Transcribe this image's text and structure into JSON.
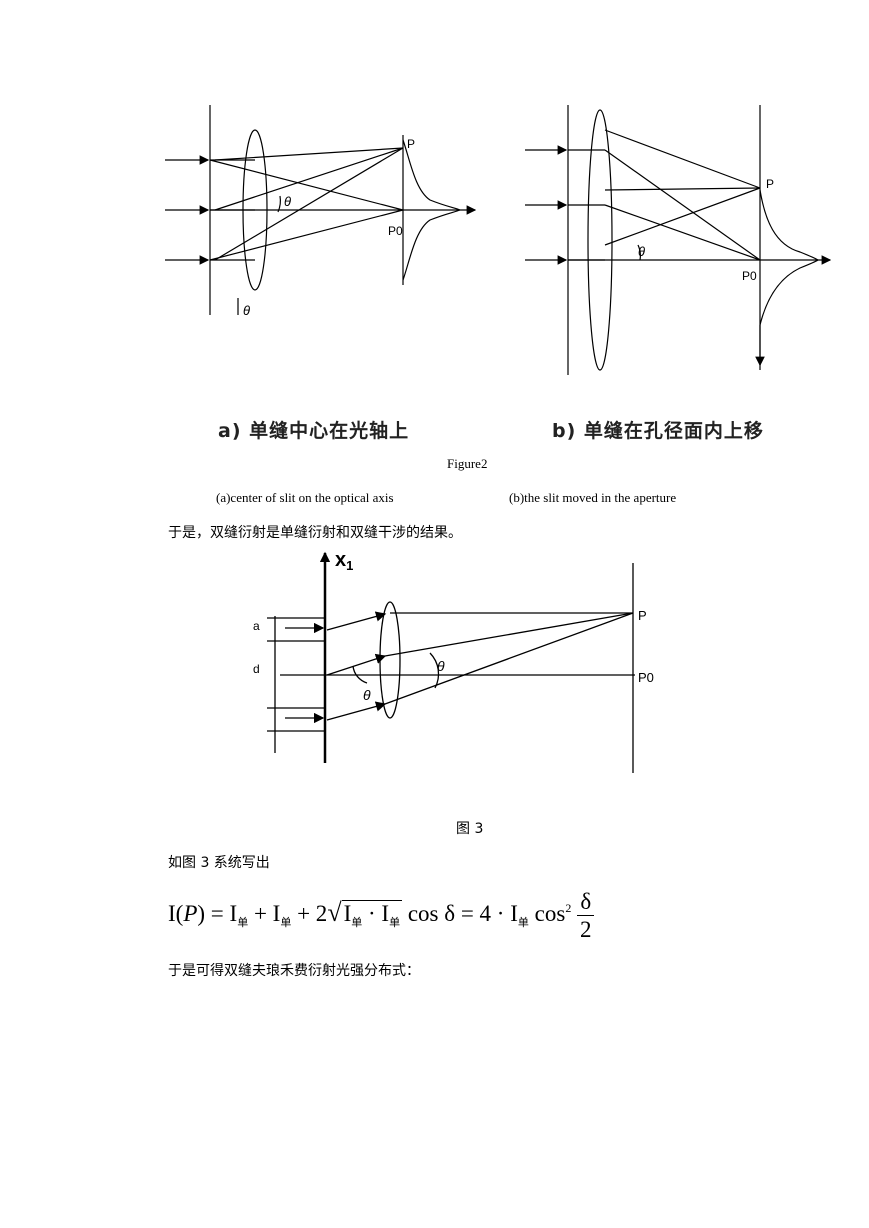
{
  "figure2": {
    "panel_a": {
      "label_p": "P",
      "label_p0": "P0",
      "label_theta_top": "θ",
      "label_theta_bottom": "θ"
    },
    "panel_b": {
      "label_p": "P",
      "label_p0": "P0",
      "label_theta": "θ"
    },
    "sub_a": "a) 单缝中心在光轴上",
    "sub_b": "b) 单缝在孔径面内上移",
    "title": "Figure2",
    "caption_a": "(a)center of slit on the optical axis",
    "caption_b": "(b)the slit moved in the aperture"
  },
  "para1": "于是，双缝衍射是单缝衍射和双缝干涉的结果。",
  "figure3": {
    "axis_label": "x",
    "axis_sub": "1",
    "label_a": "a",
    "label_d": "d",
    "label_p": "P",
    "label_p0": "P0",
    "label_theta1": "θ",
    "label_theta2": "θ",
    "title": "图 3"
  },
  "para2": "如图 3 系统写出",
  "equation": {
    "lhs": "I(",
    "lhs_p": "P",
    "lhs_close": ") = I",
    "sub": "单",
    "plus1": " + I",
    "plus2": " + 2",
    "sqrt_a": "I",
    "dot": " · I",
    "cos": " cos δ = 4 · I",
    "cos2": " cos",
    "sup": "2",
    "num": "δ",
    "den": "2"
  },
  "para3": "于是可得双缝夫琅禾费衍射光强分布式："
}
